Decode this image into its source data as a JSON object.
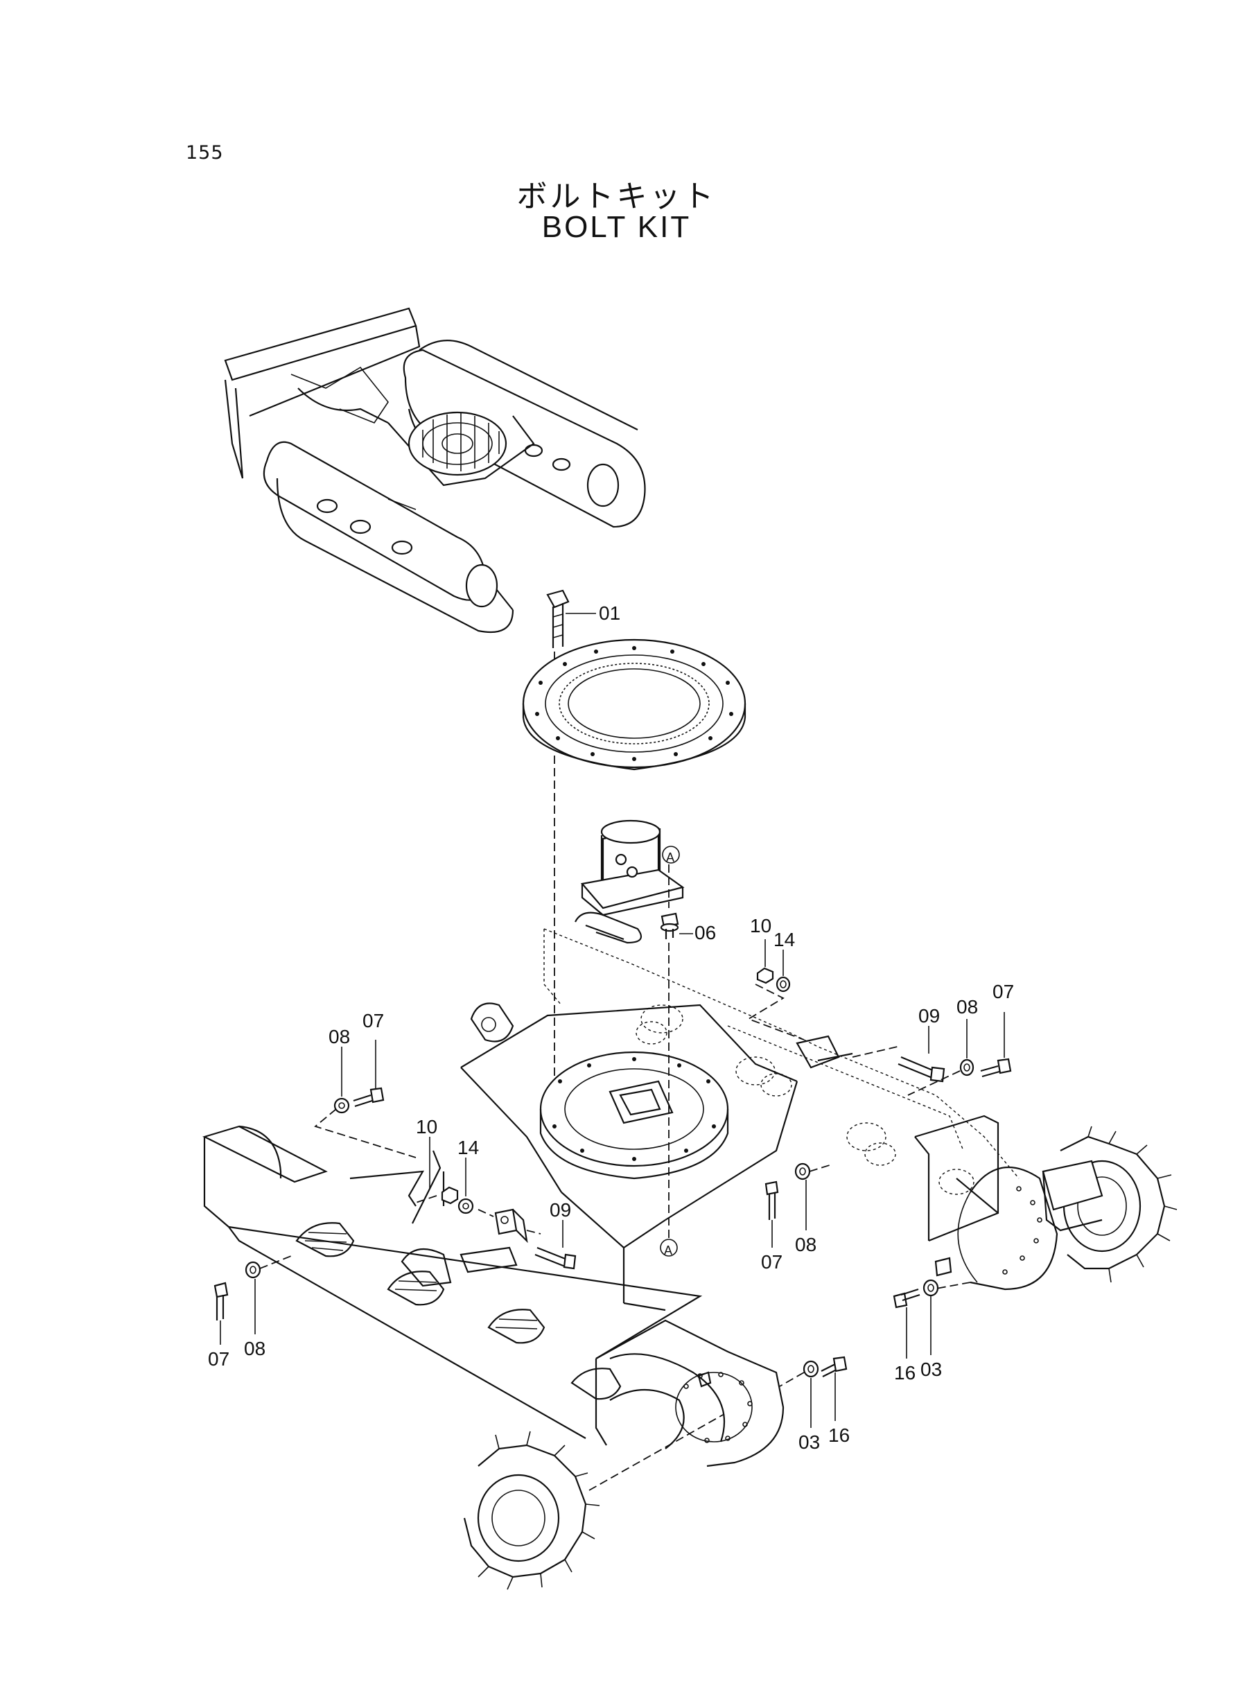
{
  "page": {
    "number": "155",
    "title_jp": "ボルトキット",
    "title_en": "BOLT  KIT"
  },
  "callouts": {
    "c01": "01",
    "c06": "06",
    "c10a": "10",
    "c14a": "14",
    "c09a": "09",
    "c08a": "08",
    "c07a": "07",
    "c08b": "08",
    "c07b": "07",
    "c10b": "10",
    "c14b": "14",
    "c09b": "09",
    "c07c": "07",
    "c08c": "08",
    "c07d": "07",
    "c08d": "08",
    "c16a": "16",
    "c03a": "03",
    "c03b": "03",
    "c16b": "16"
  },
  "markers": {
    "a_top": "A",
    "a_bottom": "A"
  }
}
